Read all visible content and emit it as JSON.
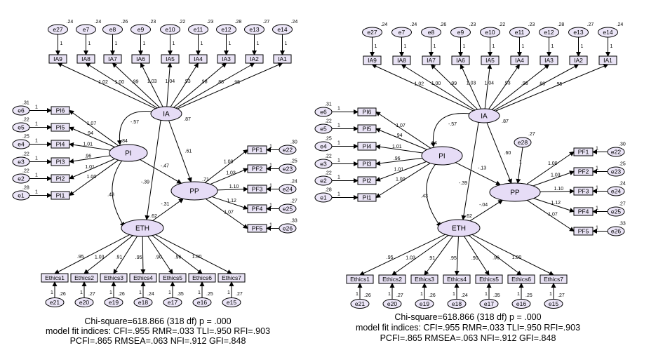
{
  "models": [
    {
      "id": "left",
      "errors": {
        "top": [
          {
            "name": "e27",
            "variance": ".24",
            "path": "1"
          },
          {
            "name": "e7",
            "variance": ".24",
            "path": "1"
          },
          {
            "name": "e8",
            "variance": ".26",
            "path": "1"
          },
          {
            "name": "e9",
            "variance": ".23",
            "path": "1"
          },
          {
            "name": "e10",
            "variance": ".22",
            "path": "1"
          },
          {
            "name": "e11",
            "variance": ".23",
            "path": "1"
          },
          {
            "name": "e12",
            "variance": ".28",
            "path": "1"
          },
          {
            "name": "e13",
            "variance": ".27",
            "path": "1"
          },
          {
            "name": "e14",
            "variance": ".24",
            "path": "1"
          }
        ],
        "left": [
          {
            "name": "e6",
            "variance": ".31",
            "path": "1"
          },
          {
            "name": "e5",
            "variance": ".22",
            "path": "1"
          },
          {
            "name": "e4",
            "variance": ".25",
            "path": "1"
          },
          {
            "name": "e3",
            "variance": ".22",
            "path": "1"
          },
          {
            "name": "e2",
            "variance": ".22",
            "path": "1"
          },
          {
            "name": "e1",
            "variance": ".28",
            "path": "1"
          }
        ],
        "right": [
          {
            "name": "e22",
            "variance": ".30",
            "path": "1"
          },
          {
            "name": "e23",
            "variance": ".25",
            "path": "1"
          },
          {
            "name": "e24",
            "variance": ".24",
            "path": "1"
          },
          {
            "name": "e25",
            "variance": ".27",
            "path": "1"
          },
          {
            "name": "e26",
            "variance": ".33",
            "path": "1"
          }
        ],
        "bottom": [
          {
            "name": "e21",
            "variance": ".26",
            "path": "1"
          },
          {
            "name": "e20",
            "variance": ".27",
            "path": "1"
          },
          {
            "name": "e19",
            "variance": ".26",
            "path": "1"
          },
          {
            "name": "e18",
            "variance": ".24",
            "path": "1"
          },
          {
            "name": "e17",
            "variance": ".35",
            "path": "1"
          },
          {
            "name": "e16",
            "variance": ".25",
            "path": "1"
          },
          {
            "name": "e15",
            "variance": ".27",
            "path": "1"
          }
        ]
      },
      "indicators": {
        "IA": [
          {
            "name": "IA9",
            "loading": "1.02"
          },
          {
            "name": "IA8",
            "loading": "1.00"
          },
          {
            "name": "IA7",
            "loading": ".99"
          },
          {
            "name": "IA6",
            "loading": "1.03"
          },
          {
            "name": "IA5",
            "loading": "1.04"
          },
          {
            "name": "IA4",
            "loading": ".93"
          },
          {
            "name": "IA3",
            "loading": ".98"
          },
          {
            "name": "IA2",
            "loading": ".88"
          },
          {
            "name": "IA1",
            "loading": ".95"
          }
        ],
        "PI": [
          {
            "name": "PI6",
            "loading": "1.07"
          },
          {
            "name": "PI5",
            "loading": ".94"
          },
          {
            "name": "PI4",
            "loading": "1.01"
          },
          {
            "name": "PI3",
            "loading": ".96"
          },
          {
            "name": "PI2",
            "loading": "1.01"
          },
          {
            "name": "PI1",
            "loading": "1.00"
          }
        ],
        "PP": [
          {
            "name": "PF1",
            "loading": "1.00"
          },
          {
            "name": "PF2",
            "loading": "1.03"
          },
          {
            "name": "PF3",
            "loading": "1.10"
          },
          {
            "name": "PF4",
            "loading": "1.12"
          },
          {
            "name": "PF5",
            "loading": "1.07"
          }
        ],
        "ETH": [
          {
            "name": "Ethics1",
            "loading": ".95"
          },
          {
            "name": "Ethics2",
            "loading": "1.03"
          },
          {
            "name": "Ethics3",
            "loading": ".91"
          },
          {
            "name": "Ethics4",
            "loading": ".95"
          },
          {
            "name": "Ethics5",
            "loading": ".90"
          },
          {
            "name": "Ethics6",
            "loading": ".96"
          },
          {
            "name": "Ethics7",
            "loading": "1.00"
          }
        ]
      },
      "latents": {
        "IA": {
          "name": "IA",
          "variance": ".87"
        },
        "PI": {
          "name": "PI",
          "variance": ".84"
        },
        "PP": {
          "name": "PP",
          "variance": ".71"
        },
        "ETH": {
          "name": "ETH",
          "variance": ".62"
        }
      },
      "structural": {
        "IA_PI": "-.57",
        "IA_PP": ".61",
        "PI_PP": "-.47",
        "PI_ETH": ".43",
        "IA_ETH": "-.39",
        "ETH_PP": "-.31"
      },
      "fit": {
        "line1": "Chi-square=618.866 (318 df) p = .000",
        "line2": "model fit indices:  CFI=.955  RMR=.033  TLI=.950 RFI=.903",
        "line3": "PCFI=.865   RMSEA=.063 NFI=.912 GFI=.848"
      }
    },
    {
      "id": "right",
      "errors": {
        "top": [
          {
            "name": "e27",
            "variance": ".24",
            "path": "1"
          },
          {
            "name": "e7",
            "variance": ".24",
            "path": "1"
          },
          {
            "name": "e8",
            "variance": ".26",
            "path": "1"
          },
          {
            "name": "e9",
            "variance": ".23",
            "path": "1"
          },
          {
            "name": "e10",
            "variance": ".22",
            "path": "1"
          },
          {
            "name": "e11",
            "variance": ".23",
            "path": "1"
          },
          {
            "name": "e12",
            "variance": ".28",
            "path": "1"
          },
          {
            "name": "e13",
            "variance": ".27",
            "path": "1"
          },
          {
            "name": "e14",
            "variance": ".24",
            "path": "1"
          }
        ],
        "left": [
          {
            "name": "e6",
            "variance": ".31",
            "path": "1"
          },
          {
            "name": "e5",
            "variance": ".22",
            "path": "1"
          },
          {
            "name": "e4",
            "variance": ".25",
            "path": "1"
          },
          {
            "name": "e3",
            "variance": ".22",
            "path": "1"
          },
          {
            "name": "e2",
            "variance": ".22",
            "path": "1"
          },
          {
            "name": "e1",
            "variance": ".28",
            "path": "1"
          }
        ],
        "right": [
          {
            "name": "e22",
            "variance": ".30",
            "path": "1"
          },
          {
            "name": "e23",
            "variance": ".25",
            "path": "1"
          },
          {
            "name": "e24",
            "variance": ".24",
            "path": "1"
          },
          {
            "name": "e25",
            "variance": ".27",
            "path": "1"
          },
          {
            "name": "e26",
            "variance": ".33",
            "path": "1"
          }
        ],
        "bottom": [
          {
            "name": "e21",
            "variance": ".26",
            "path": "1"
          },
          {
            "name": "e20",
            "variance": ".27",
            "path": "1"
          },
          {
            "name": "e19",
            "variance": ".26",
            "path": "1"
          },
          {
            "name": "e18",
            "variance": ".24",
            "path": "1"
          },
          {
            "name": "e17",
            "variance": ".35",
            "path": "1"
          },
          {
            "name": "e16",
            "variance": ".25",
            "path": "1"
          },
          {
            "name": "e15",
            "variance": ".27",
            "path": "1"
          }
        ],
        "e28": {
          "name": "e28",
          "variance": ".27",
          "path": "1"
        }
      },
      "indicators": {
        "IA": [
          {
            "name": "IA9",
            "loading": "1.02"
          },
          {
            "name": "IA8",
            "loading": "1.00"
          },
          {
            "name": "IA7",
            "loading": ".99"
          },
          {
            "name": "IA6",
            "loading": "1.03"
          },
          {
            "name": "IA5",
            "loading": "1.04"
          },
          {
            "name": "IA4",
            "loading": ".93"
          },
          {
            "name": "IA3",
            "loading": ".98"
          },
          {
            "name": "IA2",
            "loading": ".88"
          },
          {
            "name": "IA1",
            "loading": ".95"
          }
        ],
        "PI": [
          {
            "name": "PI6",
            "loading": "1.07"
          },
          {
            "name": "PI5",
            "loading": ".94"
          },
          {
            "name": "PI4",
            "loading": "1.01"
          },
          {
            "name": "PI3",
            "loading": ".96"
          },
          {
            "name": "PI2",
            "loading": "1.01"
          },
          {
            "name": "PI1",
            "loading": "1.00"
          }
        ],
        "PP": [
          {
            "name": "PF1",
            "loading": "1.00"
          },
          {
            "name": "PF2",
            "loading": "1.03"
          },
          {
            "name": "PF3",
            "loading": "1.10"
          },
          {
            "name": "PF4",
            "loading": "1.12"
          },
          {
            "name": "PF5",
            "loading": "1.07"
          }
        ],
        "ETH": [
          {
            "name": "Ethics1",
            "loading": ".95"
          },
          {
            "name": "Ethics2",
            "loading": "1.03"
          },
          {
            "name": "Ethics3",
            "loading": ".91"
          },
          {
            "name": "Ethics4",
            "loading": ".95"
          },
          {
            "name": "Ethics5",
            "loading": ".90"
          },
          {
            "name": "Ethics6",
            "loading": ".96"
          },
          {
            "name": "Ethics7",
            "loading": "1.00"
          }
        ]
      },
      "latents": {
        "IA": {
          "name": "IA",
          "variance": ".87"
        },
        "PI": {
          "name": "PI",
          "variance": ".84"
        },
        "PP": {
          "name": "PP",
          "variance": ""
        },
        "ETH": {
          "name": "ETH",
          "variance": ".62"
        }
      },
      "structural": {
        "IA_PI": "-.57",
        "IA_PP": ".60",
        "PI_PP": "-.13",
        "PI_ETH": ".43",
        "IA_ETH": "-.39",
        "ETH_PP": "-.04"
      },
      "fit": {
        "line1": "Chi-square=618.866 (318 df) p = .000",
        "line2": "model fit indices:  CFI=.955  RMR=.033  TLI=.950 RFI=.903",
        "line3": "PCFI=.865   RMSEA=.063 NFI=.912 GFI=.848"
      }
    }
  ]
}
